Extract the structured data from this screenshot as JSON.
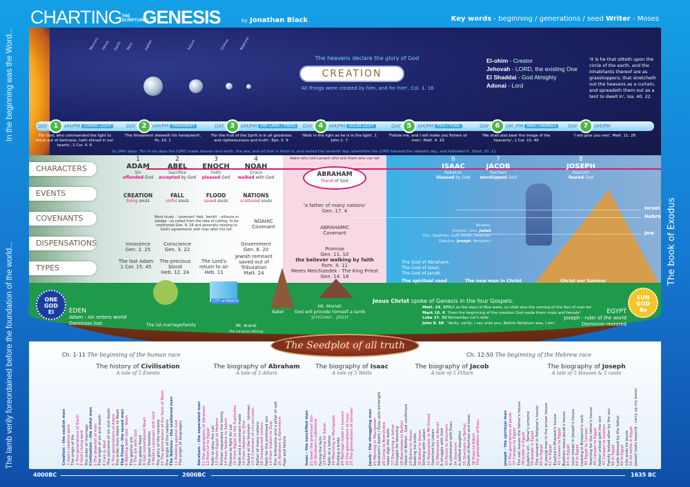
{
  "header": {
    "title_part1": "CHARTING",
    "title_small": "THE SCRIPTURES",
    "title_part2": "GENESIS",
    "author_prefix": "by",
    "author": "Jonathan Black",
    "keywords_label": "Key words",
    "keywords": " - beginning / generations / seed ",
    "writer_label": "Writer",
    "writer": " - Moses"
  },
  "side_left": {
    "top_text": "In the beginning was the Word...",
    "bottom_text": "The lamb verily foreordained before the foundation of the world..."
  },
  "side_right": "The book of Exodus",
  "creation": {
    "planets": [
      "Mercury",
      "Venus",
      "Earth",
      "Mars",
      "Jupiter",
      "Saturn",
      "Uranus",
      "Neptune"
    ],
    "heavens": "The heavens declare the glory of God",
    "title": "CREATION",
    "all_things": "'All things were created by him, and for him', Col. 1. 16",
    "names": [
      {
        "n": "El-ohim",
        "m": " - Creator"
      },
      {
        "n": "Jehovah",
        "m": " - LORD, the existing One"
      },
      {
        "n": "El Shaddai",
        "m": " - God Almighty"
      },
      {
        "n": "Adonai",
        "m": " - Lord"
      }
    ],
    "isaiah": "'It is he that sitteth upon the circle of the earth, and the inhabitants thereof are as grasshoppers; that stretcheth out the heavens as a curtain, and spreadeth them out as a tent to dwell in', Isa. 40. 22",
    "days": [
      {
        "day": "DAY",
        "num": "1",
        "ampm": "AM/PM",
        "label": "COSMIC LIGHT",
        "verse": "'For God, who commanded the light to shine out of darkness, hath shined in our hearts', 2 Cor. 4. 6"
      },
      {
        "day": "DAY",
        "num": "2",
        "ampm": "AM/PM",
        "label": "FIRMAMENT",
        "verse": "'The firmament sheweth his handywork', Ps. 19. 1"
      },
      {
        "day": "DAY",
        "num": "3",
        "ampm": "AM/PM",
        "label": "DRY LAND / TREES",
        "verse": "'For the fruit of the Spirit is in all goodness and righteousness and truth', Eph. 5. 9"
      },
      {
        "day": "DAY",
        "num": "4",
        "ampm": "AM/PM",
        "label": "SOLAR LIGHT",
        "verse": "'Walk in the light as he is in the light', 1 John 1. 7"
      },
      {
        "day": "DAY",
        "num": "5",
        "ampm": "AM/PM",
        "label": "FISH / FOWL",
        "verse": "'Follow me, and I will make you fishers of men', Matt. 4. 19"
      },
      {
        "day": "DAY",
        "num": "6",
        "ampm": "AM /PM",
        "label": "MAN / ANIMALS",
        "verse": "'We shall also bear the image of the heavenly', 1 Cor. 15. 49"
      },
      {
        "day": "DAY",
        "num": "7",
        "ampm": "AM/PM",
        "label": "",
        "verse": "'I will give you rest', Matt. 11. 28"
      }
    ],
    "hr24": "So 24hr days: 'For in six days the LORD made heaven and earth, the sea, and all that in them is, and rested the seventh day: wherefore the LORD blessed the sabbath day, and hallowed it', Exod. 20. 11"
  },
  "rows": [
    "CHARACTERS",
    "EVENTS",
    "COVENANTS",
    "DISPENSATIONS",
    "TYPES"
  ],
  "characters": [
    {
      "n": "1",
      "name": "ADAM",
      "trait": "Sin",
      "v1": "offended",
      "v2": " God"
    },
    {
      "n": "2",
      "name": "ABEL",
      "trait": "Sacrifice",
      "v1": "accepted",
      "v2": " by God"
    },
    {
      "n": "3",
      "name": "ENOCH",
      "trait": "Faith",
      "v1": "pleased",
      "v2": " God"
    },
    {
      "n": "4",
      "name": "NOAH",
      "trait": "Grace",
      "v1": "walked",
      "v2": " with God"
    },
    {
      "n": "6",
      "name": "ISAAC",
      "trait": "Rebekah",
      "v1": "blessed",
      "v2": " by God"
    },
    {
      "n": "7",
      "name": "JACOB",
      "trait": "Rachael",
      "v1": "worshipped",
      "v2": " God"
    },
    {
      "n": "8",
      "name": "JOSEPH",
      "trait": "Asenath",
      "v1": "feared",
      "v2": " God"
    }
  ],
  "abraham": {
    "chain": "Adam who told Lamech who told Shem who can tell",
    "name": "ABRAHAM",
    "friend": "friend",
    "of_god": " of God",
    "father": "'a father of many nations'",
    "father_ref": "Gen. 17. 4",
    "covenant1": "ABRAHAMIC",
    "covenant2": "Covenant",
    "promise": "Promise",
    "promise_ref": "Gen. 11. 10",
    "believer": "the believer walking by faith",
    "believer_ref": "Rom. 4. 11",
    "melch": "Meets Melchizedek - The King Priest",
    "melch_ref": "Gen. 14. 18"
  },
  "events": [
    {
      "e": "CREATION",
      "a": "living",
      "b": " souls"
    },
    {
      "e": "FALL",
      "a": "sinful",
      "b": " souls"
    },
    {
      "e": "FLOOD",
      "a": "saved",
      "b": " souls"
    },
    {
      "e": "NATIONS",
      "a": "scattered",
      "b": " souls"
    }
  ],
  "lineage": {
    "israel": "Israel",
    "hebrew": "Hebrew",
    "jew": "Jew",
    "tribes1": "Reuben,",
    "tribes2a": "Simeon, Levi, ",
    "judah": "Judah",
    "tribes3": "Dan, Naphtali, Gad, Asher, Issachar,",
    "tribes4a": "Zebulun, ",
    "joseph": "Joseph",
    "tribes4b": ", Benjamin"
  },
  "covenants": {
    "word_study": "Word study - 'covenant' Heb. 'berith' - alliance or pledge - so called from the idea of cutting; to be mentioned Gen. 6. 18 and generally relating to God's agreements with man after the fall.",
    "noahic1": "NOAHIC",
    "noahic2": "Covenant"
  },
  "dispensations": [
    {
      "d": "Innocence",
      "r": "Gen. 2. 25"
    },
    {
      "d": "Conscience",
      "r": "Gen. 3. 22"
    },
    {
      "d": "Government",
      "r": "Gen. 8. 20"
    }
  ],
  "god_of": [
    "The God of Abraham,",
    "The God of Isaac,",
    "The God of Jacob."
  ],
  "types": [
    {
      "t": "The last Adam",
      "r": "1 Cor. 15. 45"
    },
    {
      "t": "The precious blood",
      "r": "Heb. 12. 24"
    },
    {
      "t": "The Lord's return to air",
      "r": "Heb. 11"
    },
    {
      "t": "Jewish remnant saved out of Tribulation",
      "r": "Matt. 24"
    }
  ],
  "types_right": [
    "The spiritual seed",
    "The new man in Christ",
    "Christ our Saviour"
  ],
  "ground": {
    "one_god": [
      "ONE",
      "GOD",
      "El"
    ],
    "eden": "EDEN",
    "eden1": "Adam - sin enters world",
    "eden2": "Dominion lost",
    "marriage": "The 1st marriage/family",
    "city": "CITY of ENOCH",
    "ararat": "Mt. Ararat",
    "ararat2": "The 1st burnt offering",
    "babel": "Babel",
    "moriah": "Mt. Moriah",
    "moriah2": "God will provide himself a lamb",
    "jireh": "'JEHOVAH - JIREH'",
    "gospels_bold": "Jesus Christ",
    "gospels": " spoke of Genesis in the four Gospels.",
    "quotes": [
      {
        "r": "Matt. 24. 37",
        "q": "'But as the days of Noe were, so shall also the coming of the Son of man be'."
      },
      {
        "r": "Mark 10. 6",
        "q": "'From the beginning of the creation God made them male and female'."
      },
      {
        "r": "Luke 17. 32",
        "q": "'Remember Lot's wife'."
      },
      {
        "r": "John 8. 58",
        "q": "'Verily, verily, I say unto you, Before Abraham was, I am'."
      }
    ],
    "egypt": "EGYPT",
    "egypt1": "Joseph - ruler of the world",
    "egypt2": "Dominion restored",
    "sun_god": [
      "SUN",
      "GOD",
      "Ra"
    ]
  },
  "seedplot": "The Seedplot of all truth",
  "chapters": [
    {
      "ch": "Ch. 1-11",
      "t": "The beginning of the human race"
    },
    {
      "ch": "Ch. 12-50",
      "t": "The beginning of the Hebrew race"
    }
  ],
  "biographies": [
    {
      "pre": "The history of ",
      "name": "Civilisation",
      "sub": "A tale of 5 Events",
      "items": [
        {
          "t": "Creation - the soulish man",
          "k": "hd"
        },
        {
          "t": "1 God's creative work",
          "k": "hl"
        },
        {
          "t": "The origin of life"
        },
        {
          "t": "2 The generations of Earth",
          "k": "hl"
        },
        {
          "t": "2 God's living work",
          "k": "hl"
        },
        {
          "t": "The order of marriage"
        },
        {
          "t": "Civilisation - the sinful man",
          "k": "hd"
        },
        {
          "t": "3 The downfall of man",
          "k": "hl"
        },
        {
          "t": "The origin of sin and death"
        },
        {
          "t": "4 Cain & Abel",
          "k": "hl"
        },
        {
          "t": "The outcome of sin and death"
        },
        {
          "t": "5 The generations of Adam",
          "k": "hl"
        },
        {
          "t": "The order from Adam to Noah"
        },
        {
          "t": "The Flood - the saved man",
          "k": "hd"
        },
        {
          "t": "6 Walking with God - Noah",
          "k": "hl"
        },
        {
          "t": "The gopher ark"
        },
        {
          "t": "7 The ark with God",
          "k": "hl"
        },
        {
          "t": "The global flood"
        },
        {
          "t": "8 God remembered Noah",
          "k": "hl"
        },
        {
          "t": "The great families"
        },
        {
          "t": "9 Noah's covenant with God",
          "k": "hl"
        },
        {
          "t": "The glory of the rainbow"
        },
        {
          "t": "10 The generations of the Sons of Noah",
          "k": "hl"
        },
        {
          "t": "The origin of the nations"
        },
        {
          "t": "The Nations - the scattered man",
          "k": "hd"
        },
        {
          "t": "11 Building against God",
          "k": "hl"
        },
        {
          "t": "The origin of languages"
        }
      ]
    },
    {
      "pre": "The biography of ",
      "name": "Abraham",
      "sub": "A tale of 5 Altars",
      "items": [
        {
          "t": "Abraham - the separated man",
          "k": "hd"
        },
        {
          "t": "11 The generations of Abraham",
          "k": "hl"
        },
        {
          "t": "12 From Ur to Egypt",
          "k": "hl"
        },
        {
          "t": "Faith to obey the call"
        },
        {
          "t": "13 From Egypt to Hebron",
          "k": "hl"
        },
        {
          "t": "Friction separates the family"
        },
        {
          "t": "14 From Sodom to Salem",
          "k": "hl"
        },
        {
          "t": "Fitness to fight for Lot"
        },
        {
          "t": "15 From Egypt to the Euphrates",
          "k": "hl"
        },
        {
          "t": "Faith and a covenant made"
        },
        {
          "t": "16 From Hebron to Shur",
          "k": "hl"
        },
        {
          "t": "Failure at the fountain - Ishmael"
        },
        {
          "t": "17 A Covenant of circumcision",
          "k": "hl"
        },
        {
          "t": "Father of many nations"
        },
        {
          "t": "18 Unexpected visitors",
          "k": "hl"
        },
        {
          "t": "Faith for the promised son"
        },
        {
          "t": "19 From Sodom to Zoar",
          "k": "hl"
        },
        {
          "t": "Fire, brimstone and a pillar of salt"
        },
        {
          "t": "20 Abraham & Abimelech",
          "k": "hl"
        },
        {
          "t": "Fear and failure"
        }
      ]
    },
    {
      "pre": "The biography of ",
      "name": "Isaac",
      "sub": "A tale of 5 Wells",
      "items": [
        {
          "t": "Isaac - the sanctified man",
          "k": "hd"
        },
        {
          "t": "21 Isaac the promised Son",
          "k": "hl"
        },
        {
          "t": "22 Abraham's substitute",
          "k": "hl"
        },
        {
          "t": "Facing the facts"
        },
        {
          "t": "23 Mourning for Sarah",
          "k": "hl"
        },
        {
          "t": "Faith of a father"
        },
        {
          "t": "24 Mourning in Machpelah",
          "k": "hl"
        },
        {
          "t": "Finding a bride"
        },
        {
          "t": "24 Marriage made in heaven",
          "k": "hl"
        },
        {
          "t": "25 The generations of Isaac",
          "k": "hl"
        },
        {
          "t": "25 The generations of Ishmael",
          "k": "hl"
        }
      ]
    },
    {
      "pre": "The biography of ",
      "name": "Jacob",
      "sub": "A tale of 5 Pillars",
      "items": [
        {
          "t": "Jacob - the struggling man",
          "k": "hd"
        },
        {
          "t": "25 Morning in Machpelah",
          "k": "hl"
        },
        {
          "t": "Abraham's death / Esau sells birthright"
        },
        {
          "t": "26 Going to Beersheba",
          "k": "hl"
        },
        {
          "t": "Isaac digs the wells"
        },
        {
          "t": "27 Deceiving a father",
          "k": "hl"
        },
        {
          "t": "Struggle for blessing"
        },
        {
          "t": "28 Beersheba to Bethel",
          "k": "hl"
        },
        {
          "t": "Vision of Bethel - God confirmed"
        },
        {
          "t": "29 Bethel to Haran",
          "k": "hl"
        },
        {
          "t": "Seeking his bride"
        },
        {
          "t": "30 Bethel to Haran",
          "k": "hl"
        },
        {
          "t": "Striving with Laban"
        },
        {
          "t": "31 Padanaram to Mt Gilead",
          "k": "hl"
        },
        {
          "t": "Searched by Laban"
        },
        {
          "t": "32 Mahanaim to Peniel",
          "k": "hl"
        },
        {
          "t": "A struggle with God"
        },
        {
          "t": "33 Peniel to Shechem",
          "k": "hl"
        },
        {
          "t": "A settlement with Esau"
        },
        {
          "t": "34 Shechem",
          "k": "hl"
        },
        {
          "t": "A defiled daughter"
        },
        {
          "t": "35 Shechem to Bethel",
          "k": "hl"
        },
        {
          "t": "Death of Rachael and Isaac"
        },
        {
          "t": "36 Esau to Edom",
          "k": "hl"
        },
        {
          "t": "The generations of Esau",
          "k": "hl"
        }
      ]
    },
    {
      "pre": "The biography of ",
      "name": "Joseph",
      "sub": "A tale of 5 Houses & 5 coats",
      "items": [
        {
          "t": "Joseph - the spiritual man",
          "k": "hd"
        },
        {
          "t": "37 The generations of Jacob",
          "k": "hl"
        },
        {
          "t": "37 Canaan to Egypt",
          "k": "hl"
        },
        {
          "t": "The son leaves the father's house"
        },
        {
          "t": "38 Judah in Egypt",
          "k": "hl"
        },
        {
          "t": "Judah's sin - Tamar's scheme"
        },
        {
          "t": "39 Joseph in Egypt",
          "k": "hl"
        },
        {
          "t": "The servant in Potiphar's house"
        },
        {
          "t": "40 In Egypt",
          "k": "hl"
        },
        {
          "t": "A young man in the prison house"
        },
        {
          "t": "41 In Egypt",
          "k": "hl"
        },
        {
          "t": "Exalted in Pharaoh's house"
        },
        {
          "t": "42 Canaan to Egypt",
          "k": "hl"
        },
        {
          "t": "Brothers leave Jacob's house"
        },
        {
          "t": "43 In Egypt",
          "k": "hl"
        },
        {
          "t": "Love shown in Joseph's house"
        },
        {
          "t": "44 In Egypt",
          "k": "hl"
        },
        {
          "t": "Looking in Benjamin's sack"
        },
        {
          "t": "45 Egypt to Canaan",
          "k": "hl"
        },
        {
          "t": "Yearning for the father's house"
        },
        {
          "t": "46 Canaan to Egypt",
          "k": "hl"
        },
        {
          "t": "Father united with the son"
        },
        {
          "t": "47 Canaan to Goshen",
          "k": "hl"
        },
        {
          "t": "Family looked after by the son"
        },
        {
          "t": "48 In Egypt",
          "k": "hl"
        },
        {
          "t": "Lads blessed by the father"
        },
        {
          "t": "49 In Egypt",
          "k": "hl"
        },
        {
          "t": "Life ends for Jacob"
        },
        {
          "t": "50 All settle in Egypt",
          "k": "hl"
        },
        {
          "t": "Joseph looks beyond - carry up my bones"
        }
      ]
    }
  ],
  "timeline": [
    "4000BC",
    "2000BC",
    "1635 BC"
  ],
  "colors": {
    "accent_pink": "#e0147a",
    "day_green": "#4db847",
    "ground_green": "#1f9a4a",
    "space_navy": "#1d2266"
  }
}
